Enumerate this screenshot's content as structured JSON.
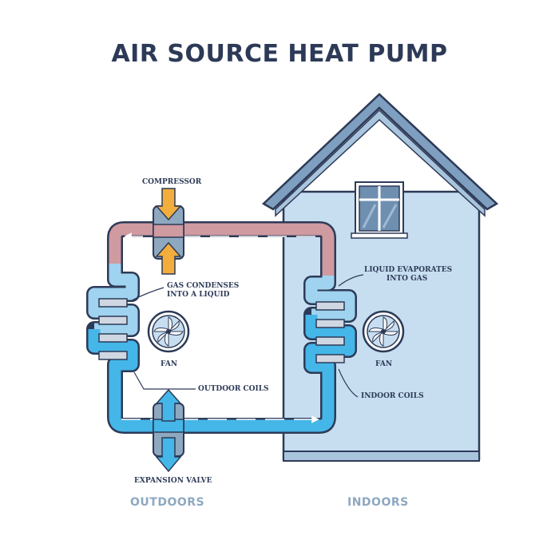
{
  "title": "AIR SOURCE HEAT PUMP",
  "labels": {
    "compressor": "COMPRESSOR",
    "gas_condenses_line1": "GAS CONDENSES",
    "gas_condenses_line2": "INTO A LIQUID",
    "fan_left": "FAN",
    "outdoor_coils": "OUTDOOR COILS",
    "expansion_valve": "EXPANSION VALVE",
    "liquid_evaporates_line1": "LIQUID EVAPORATES",
    "liquid_evaporates_line2": "INTO GAS",
    "fan_right": "FAN",
    "indoor_coils": "INDOOR COILS"
  },
  "zones": {
    "outdoors": "OUTDOORS",
    "indoors": "INDOORS"
  },
  "colors": {
    "outline": "#2d3a57",
    "hot_pipe": "#cf9aa0",
    "cold_pipe": "#45b6e8",
    "house_wall": "#c7ddf0",
    "house_roof": "#7f9fc0",
    "arrow": "#f2ad3c",
    "zone_text": "#8ea8c0"
  }
}
